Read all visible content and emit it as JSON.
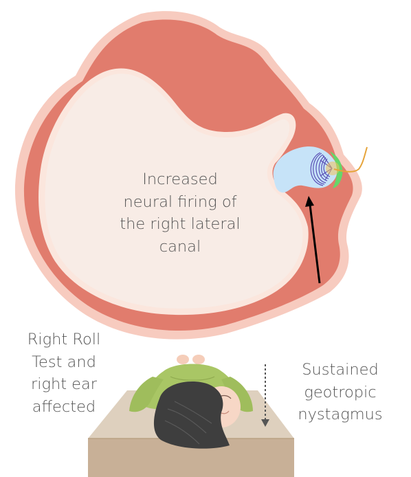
{
  "canal_label": {
    "lines": [
      "Increased",
      "neural firing of",
      "the right lateral",
      "canal"
    ]
  },
  "test_label": {
    "lines": [
      "Right Roll",
      "Test and",
      "right ear",
      "affected"
    ]
  },
  "nystagmus_label": {
    "lines": [
      "Sustained",
      "geotropic",
      "nystagmus"
    ]
  },
  "colors": {
    "canal_wall": "#e17c6d",
    "canal_outer_halo": "#f7cbbf",
    "canal_lumen": "#f8ece6",
    "cupula": "#c6e3f8",
    "hair_cells": "#5a4fb5",
    "crista_edge": "#66d66a",
    "nerve": "#e6a43a",
    "arrow": "#000000",
    "bed_top": "#ded0be",
    "bed_front": "#c8b097",
    "shirt": "#a9c665",
    "hair": "#3e3e3e",
    "skin": "#f7d7c6",
    "text": "#555555"
  }
}
